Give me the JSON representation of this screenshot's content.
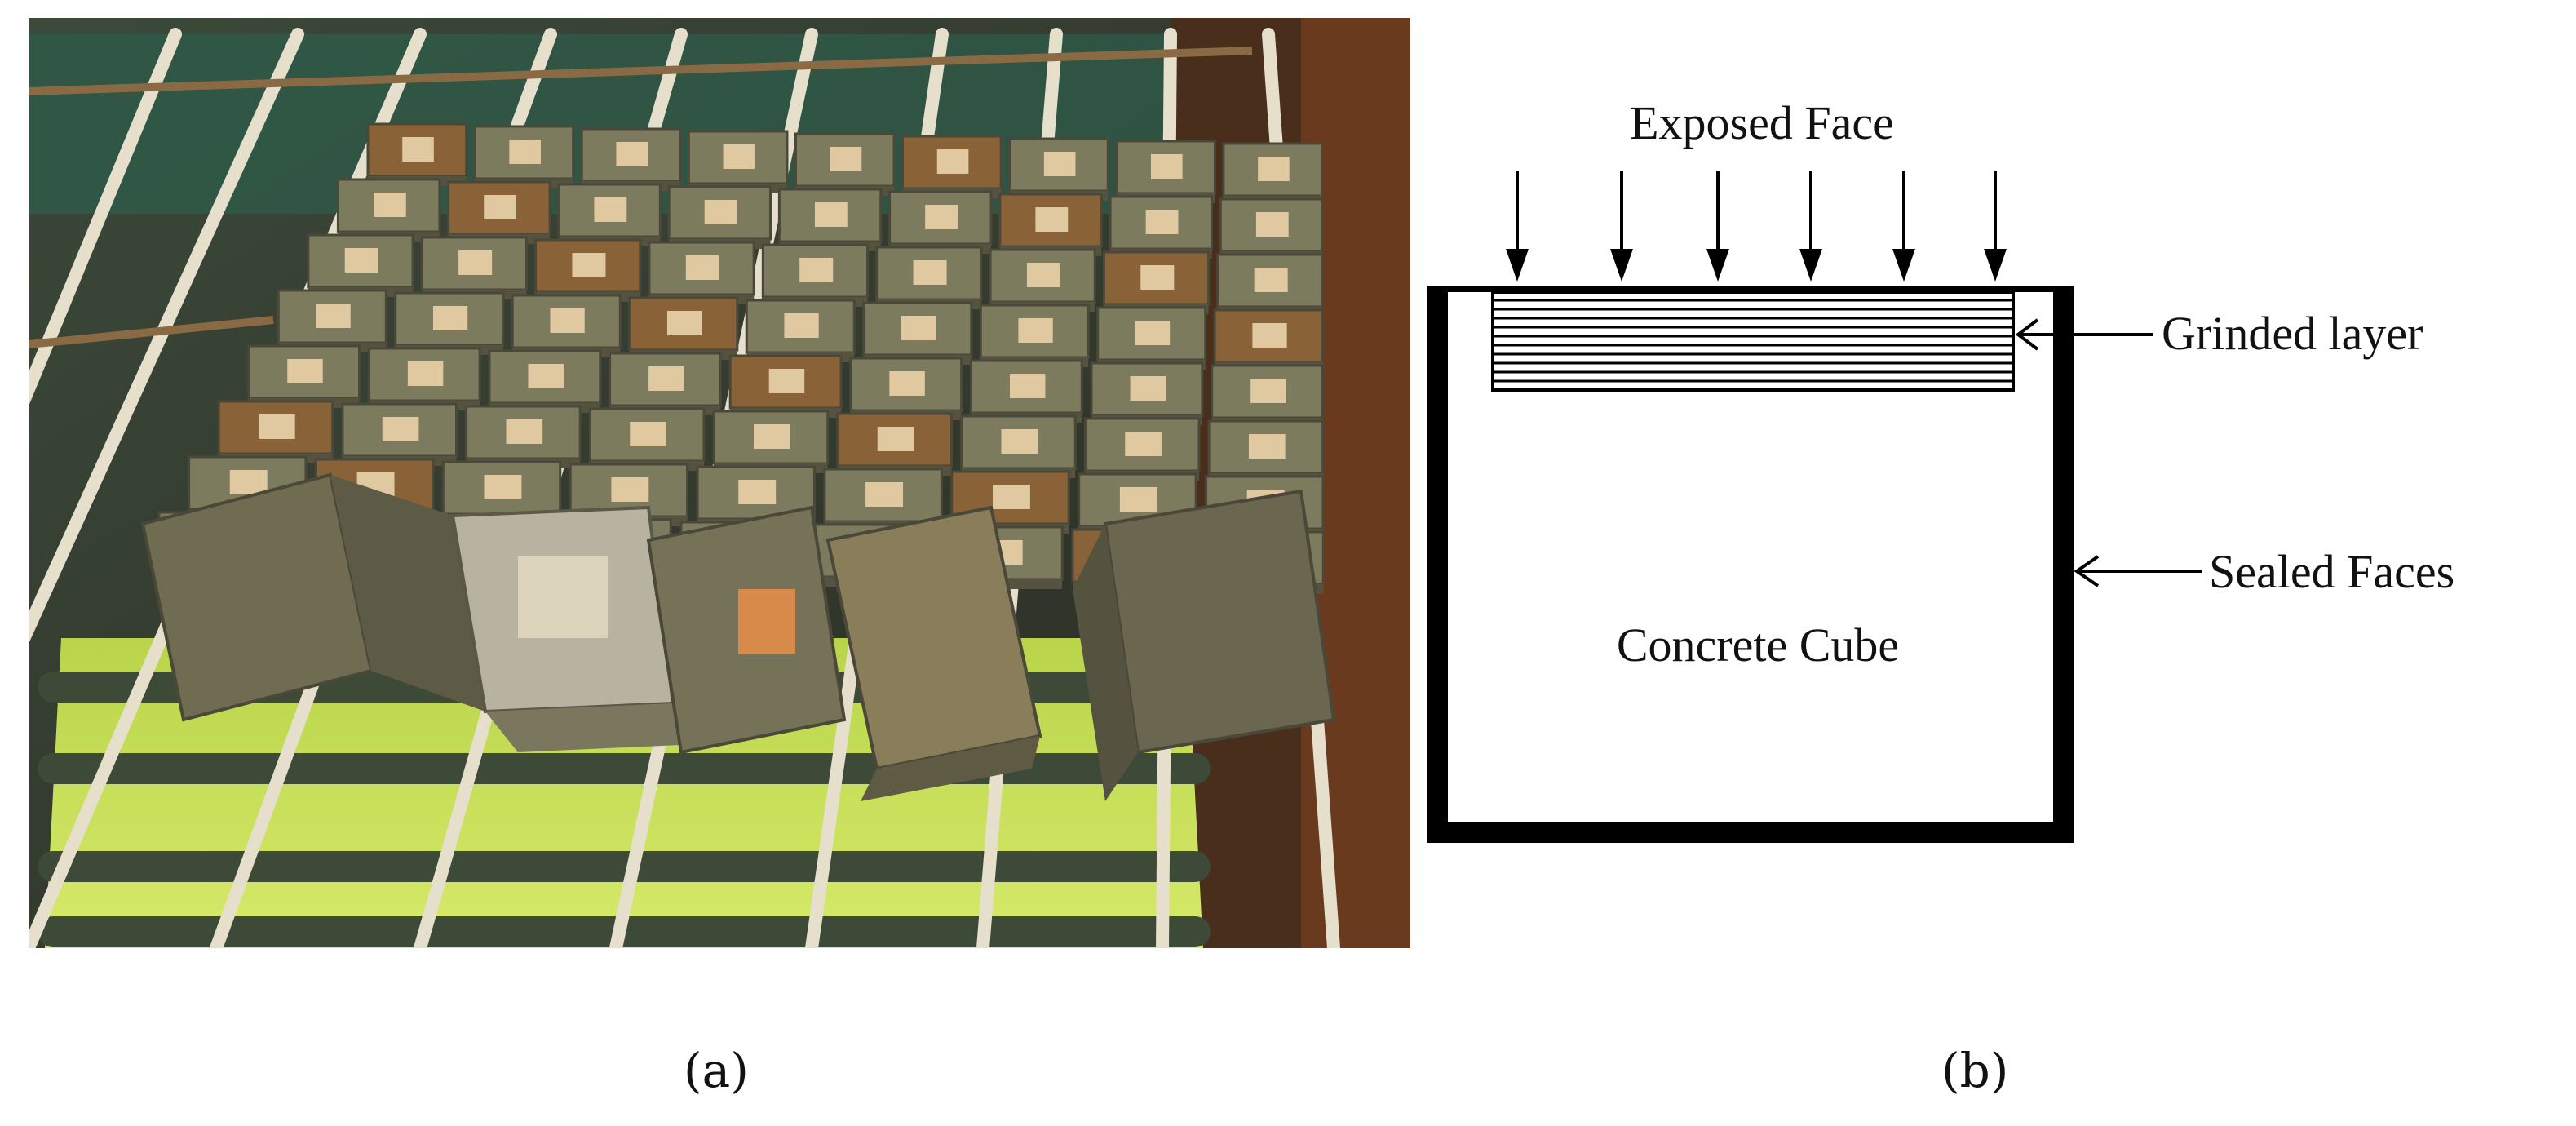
{
  "panels": {
    "a": {
      "label": "(a)"
    },
    "b": {
      "label": "(b)"
    }
  },
  "photo": {
    "subject": "concrete cubes on steel grating over green solution",
    "colors": {
      "background": "#2f3a2a",
      "solution": "#c8e05a",
      "concrete": "#7d7b5e",
      "rust": "#a86a32",
      "rebar": "#e8e2d0",
      "sealed_patch": "#e0c9a0"
    }
  },
  "diagram": {
    "exposed_face": "Exposed Face",
    "grinded_layer": "Grinded layer",
    "sealed_faces": "Sealed Faces",
    "cube_label": "Concrete Cube",
    "arrow_count": 6,
    "layer_line_count": 11,
    "colors": {
      "stroke": "#000000",
      "fill": "#ffffff"
    }
  }
}
